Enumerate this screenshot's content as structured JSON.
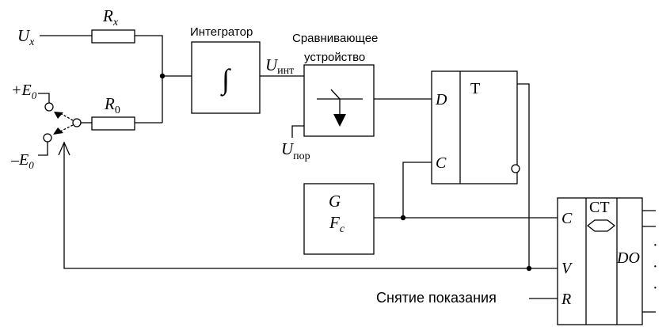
{
  "labels": {
    "ux": "U",
    "ux_sub": "x",
    "rx": "R",
    "rx_sub": "x",
    "r0": "R",
    "r0_sub": "0",
    "e_pos": "+E",
    "e_pos_sub": "0",
    "e_neg": "–E",
    "e_neg_sub": "0",
    "integrator_title": "Интегратор",
    "integrator_symbol": "∫",
    "u_int": "U",
    "u_int_sub": "инт",
    "comparator_title_1": "Сравнивающее",
    "comparator_title_2": "устройство",
    "u_por": "U",
    "u_por_sub": "пор",
    "trigger_d": "D",
    "trigger_c": "C",
    "trigger_t": "T",
    "gen_g": "G",
    "gen_f": "F",
    "gen_f_sub": "c",
    "ct_c": "C",
    "ct_v": "V",
    "ct_r": "R",
    "ct_title": "CT",
    "ct_do": "DO",
    "ct_dots": "·",
    "reset_label": "Снятие показания"
  }
}
